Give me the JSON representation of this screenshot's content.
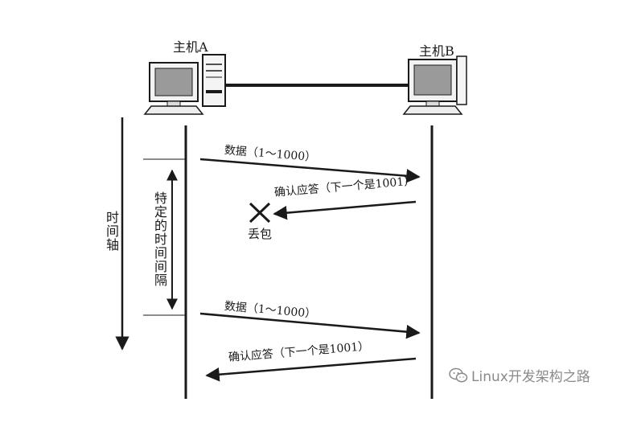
{
  "hosts": {
    "a_label": "主机A",
    "b_label": "主机B"
  },
  "time_axis_label": "时间轴",
  "interval_label": "特定的时间间隔",
  "messages": [
    {
      "text": "数据（1～1000）"
    },
    {
      "text": "确认应答（下一个是1001）"
    },
    {
      "text": "数据（1～1000）"
    },
    {
      "text": "确认应答（下一个是1001）"
    }
  ],
  "lost_label": "丢包",
  "watermark": "Linux开发架构之路"
}
